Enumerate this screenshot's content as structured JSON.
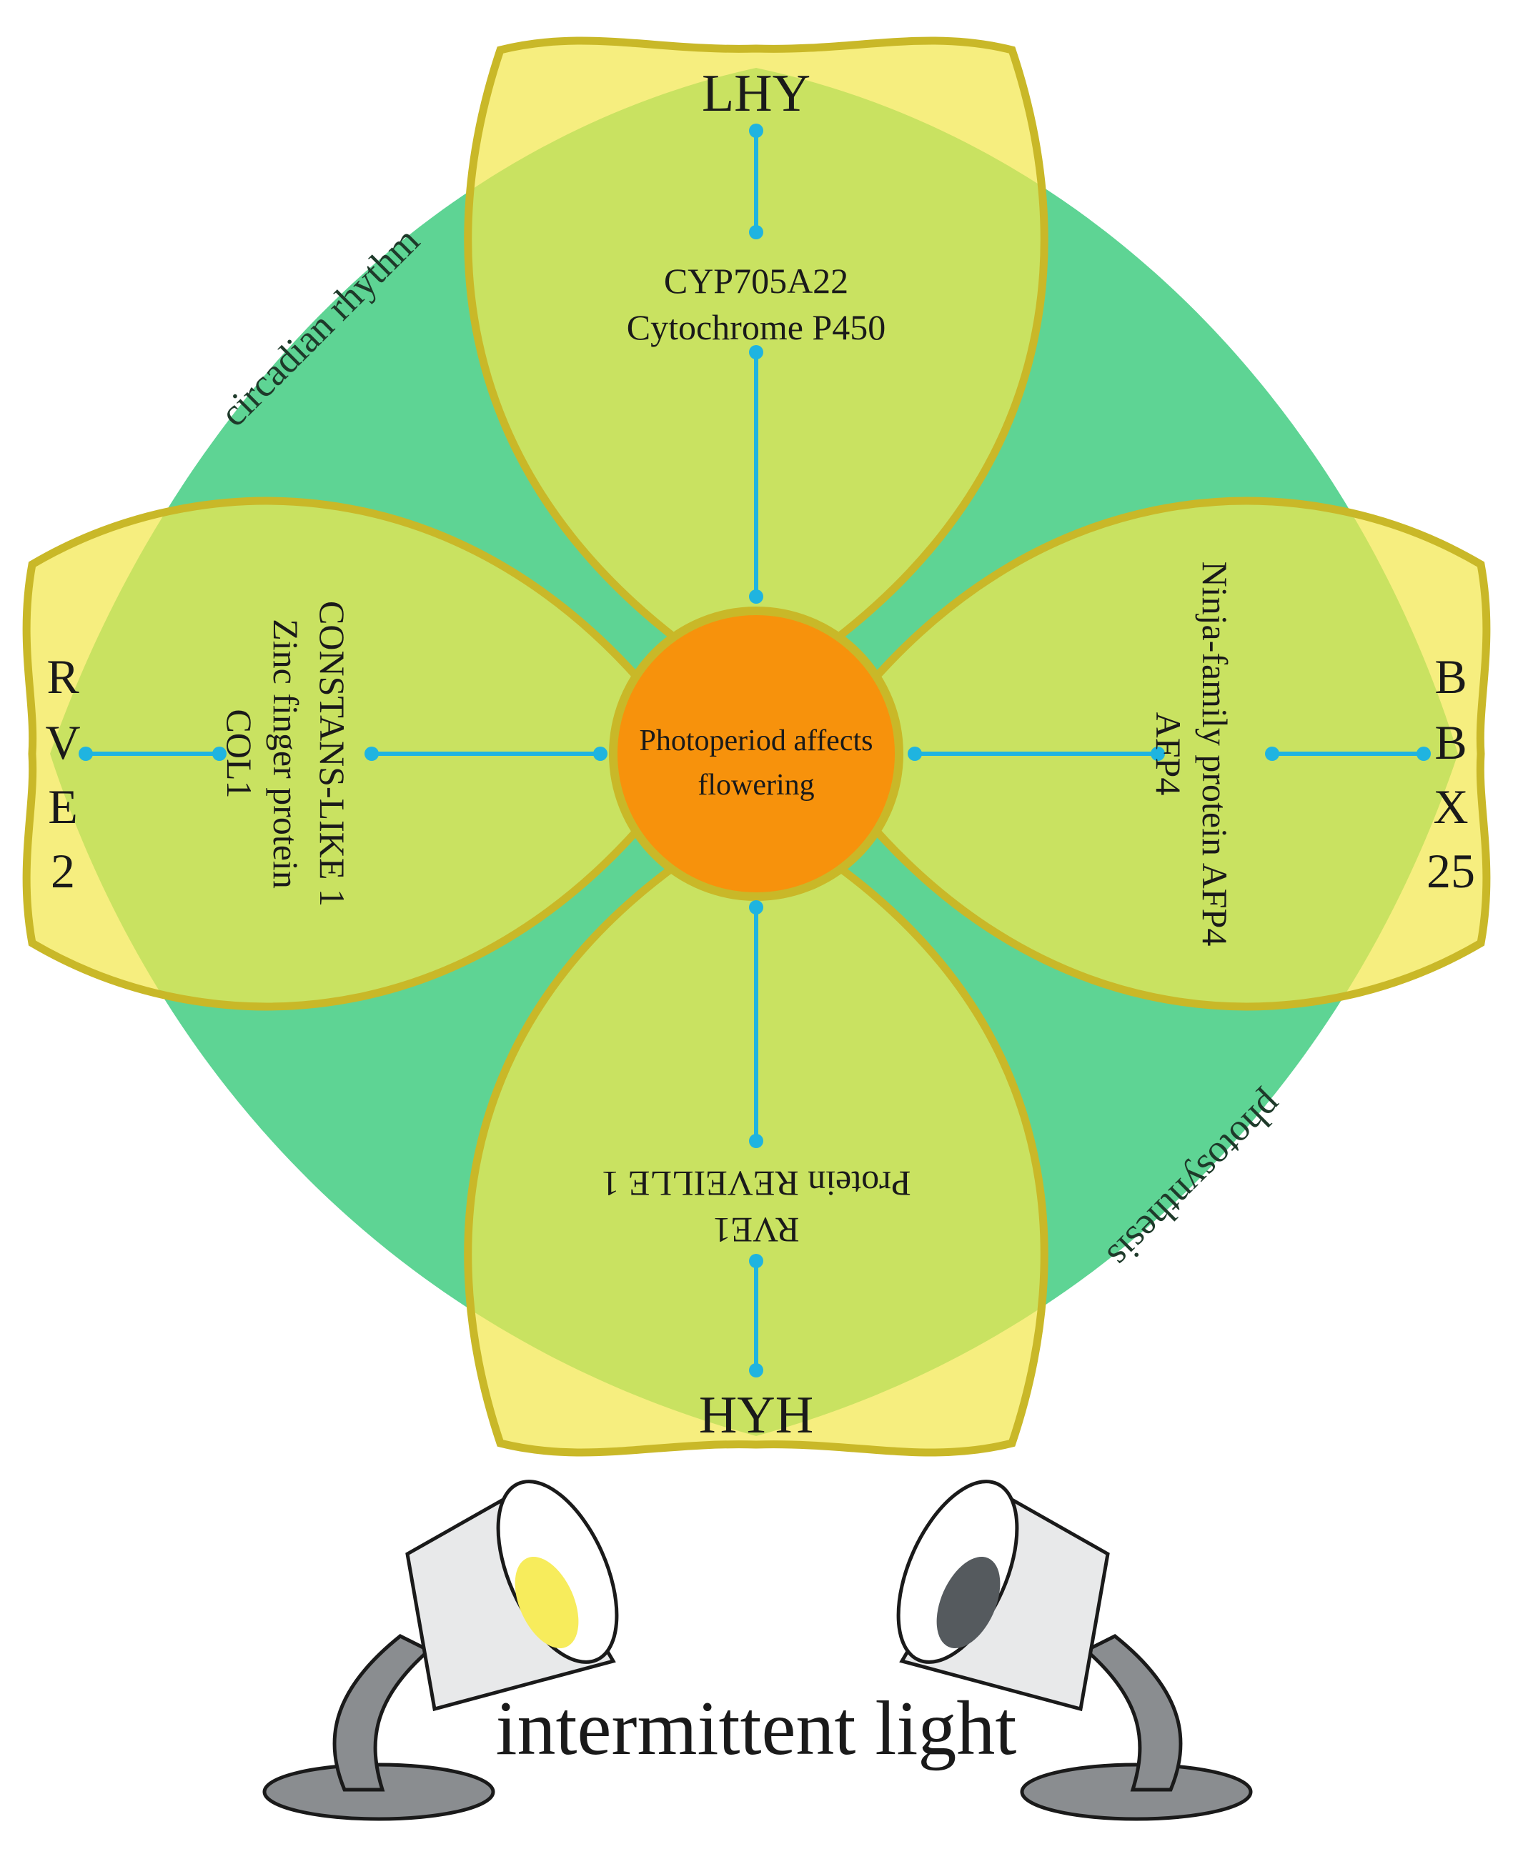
{
  "center": {
    "line1": "Photoperiod affects",
    "line2": "flowering"
  },
  "pathways": {
    "top_left": "circadian rhythm",
    "bottom_right": "photosynthesis"
  },
  "petals": {
    "top": {
      "gene": "LHY",
      "protein_line1": "CYP705A22",
      "protein_line2": "Cytochrome P450"
    },
    "left": {
      "gene_chars": [
        "R",
        "V",
        "E",
        "2"
      ],
      "protein_line1": "COL1",
      "protein_line2": "Zinc finger protein",
      "protein_line3": "CONSTANS-LIKE 1"
    },
    "right": {
      "gene_chars": [
        "B",
        "B",
        "X",
        "25"
      ],
      "protein_line1": "AFP4",
      "protein_line2": "Ninja-family protein AFP4"
    },
    "bottom": {
      "gene": "HYH",
      "protein_line1": "RVE1",
      "protein_line2": "Protein REVEILLE 1"
    }
  },
  "caption": "intermittent light",
  "colors": {
    "diamond": "#5ed494",
    "petal_fill": "#f2e84e",
    "petal_stroke": "#c9b828",
    "center_fill": "#f7920c",
    "connector": "#1fb4e0",
    "lamp_on": "#f7ec5c",
    "lamp_off": "#555a5e"
  }
}
